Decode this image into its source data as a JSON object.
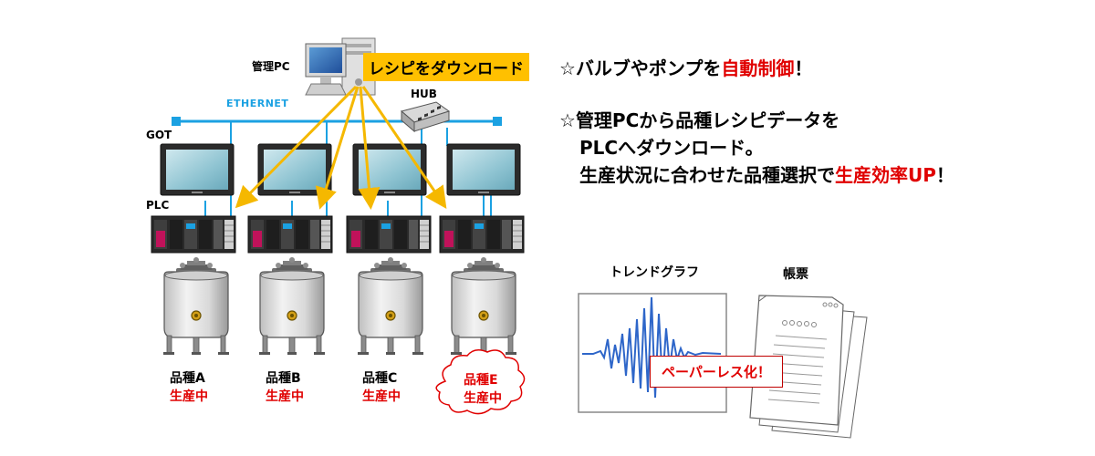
{
  "labels": {
    "admin_pc": "管理PC",
    "recipe_download": "レシピをダウンロード",
    "hub": "HUB",
    "ethernet": "ETHERNET",
    "got": "GOT",
    "plc": "PLC"
  },
  "products": [
    {
      "name": "品種A",
      "status": "生産中"
    },
    {
      "name": "品種B",
      "status": "生産中"
    },
    {
      "name": "品種C",
      "status": "生産中"
    },
    {
      "name": "品種E",
      "status": "生産中"
    }
  ],
  "bullets": {
    "b1": {
      "mark": "☆",
      "pre": "バルブやポンプを",
      "hl": "自動制御",
      "post": "！"
    },
    "b2": {
      "mark": "☆",
      "line1": "管理PCから品種レシピデータを",
      "line2": "PLCへダウンロード。",
      "line3_pre": "生産状況に合わせた品種選択で",
      "line3_hl": "生産効率UP",
      "line3_post": "！"
    }
  },
  "lower_right": {
    "trend_graph": "トレンドグラフ",
    "forms": "帳票",
    "paperless": "ペーパーレス化！"
  },
  "colors": {
    "ethernet": "#1ba1e2",
    "arrow": "#f5b800",
    "highlight_bg": "#ffc000",
    "red_text": "#e00000",
    "cloud_border": "#e00000"
  }
}
